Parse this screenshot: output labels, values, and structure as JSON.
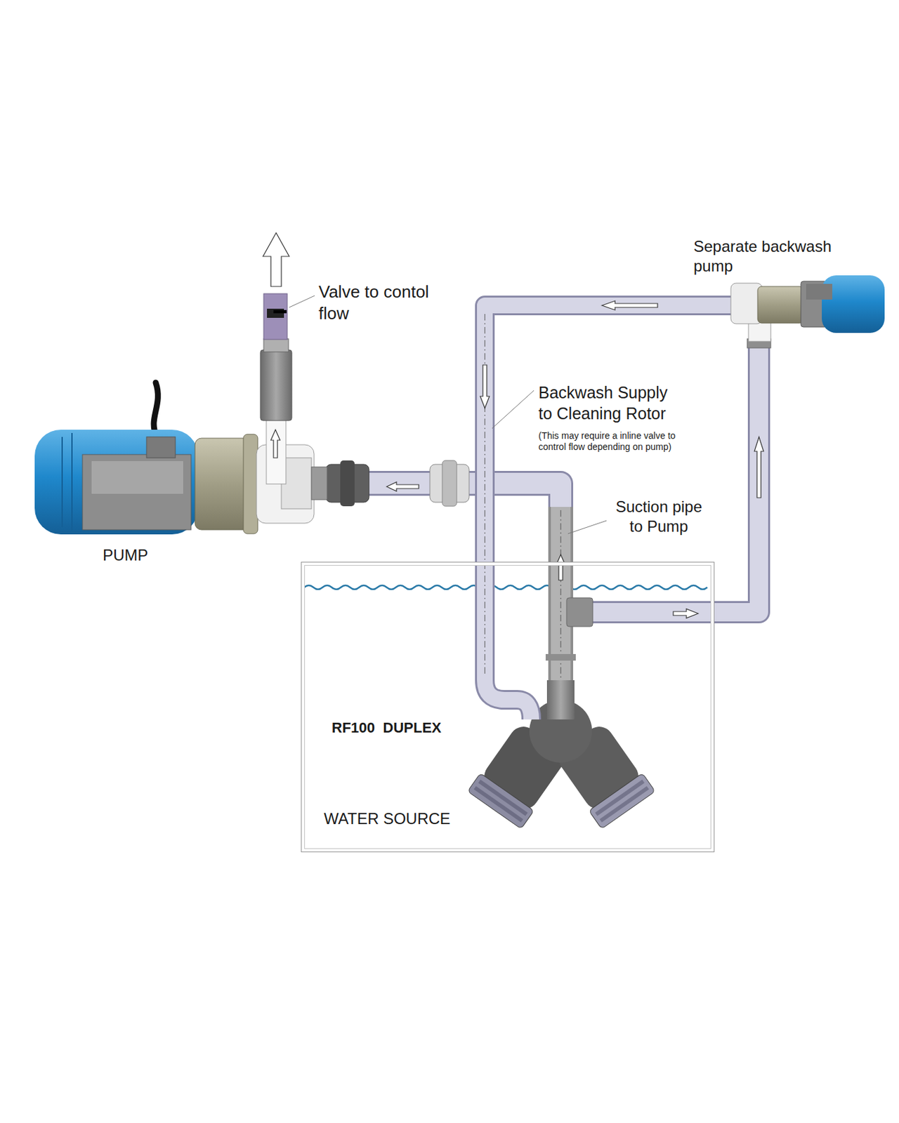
{
  "diagram": {
    "nodes": [
      {
        "text": [
          "RF100  DUPLEX",
          "WATER SOURCE"
        ]
      }
    ],
    "labels": [
      "Valve to contol flow",
      "Separate backwash pump",
      "Backwash Supply to Cleaning Rotor",
      "(This may require a inline valve to control flow depending on pump)",
      "Suction pipe to Pump",
      "PUMP"
    ]
  }
}
